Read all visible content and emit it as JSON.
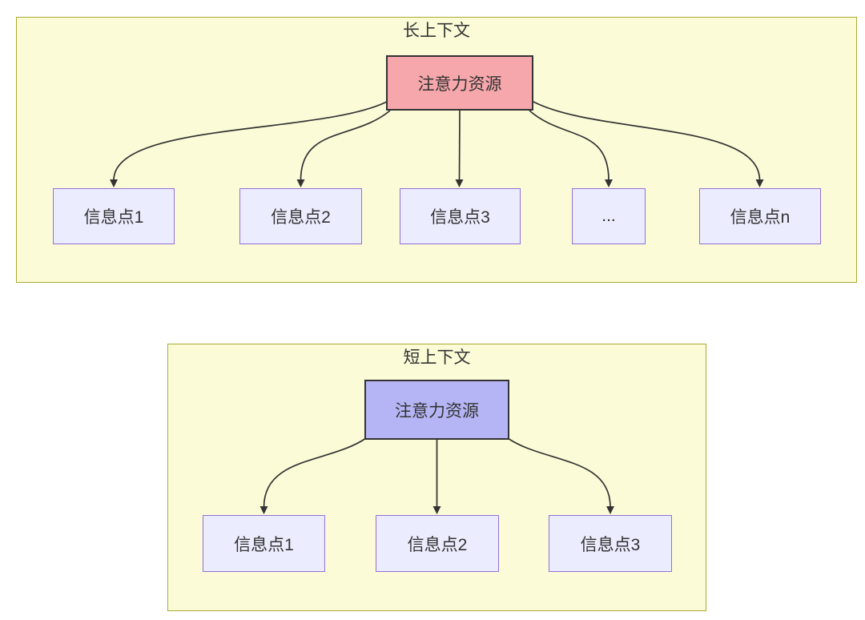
{
  "long_context": {
    "title": "长上下文",
    "source_label": "注意力资源",
    "targets": [
      "信息点1",
      "信息点2",
      "信息点3",
      "...",
      "信息点n"
    ],
    "edges": [
      {
        "from": "注意力资源",
        "to": "信息点1"
      },
      {
        "from": "注意力资源",
        "to": "信息点2"
      },
      {
        "from": "注意力资源",
        "to": "信息点3"
      },
      {
        "from": "注意力资源",
        "to": "..."
      },
      {
        "from": "注意力资源",
        "to": "信息点n"
      }
    ]
  },
  "short_context": {
    "title": "短上下文",
    "source_label": "注意力资源",
    "targets": [
      "信息点1",
      "信息点2",
      "信息点3"
    ],
    "edges": [
      {
        "from": "注意力资源",
        "to": "信息点1"
      },
      {
        "from": "注意力资源",
        "to": "信息点2"
      },
      {
        "from": "注意力资源",
        "to": "信息点3"
      }
    ]
  },
  "colors": {
    "cluster_fill": "#fbfbd8",
    "cluster_border": "#aaaa33",
    "info_node_fill": "#ececff",
    "info_node_border": "#9370db",
    "long_source_fill": "#f6a7ab",
    "short_source_fill": "#b5b5f5",
    "source_border": "#333333",
    "edge_color": "#333333",
    "text_color": "#333333"
  }
}
